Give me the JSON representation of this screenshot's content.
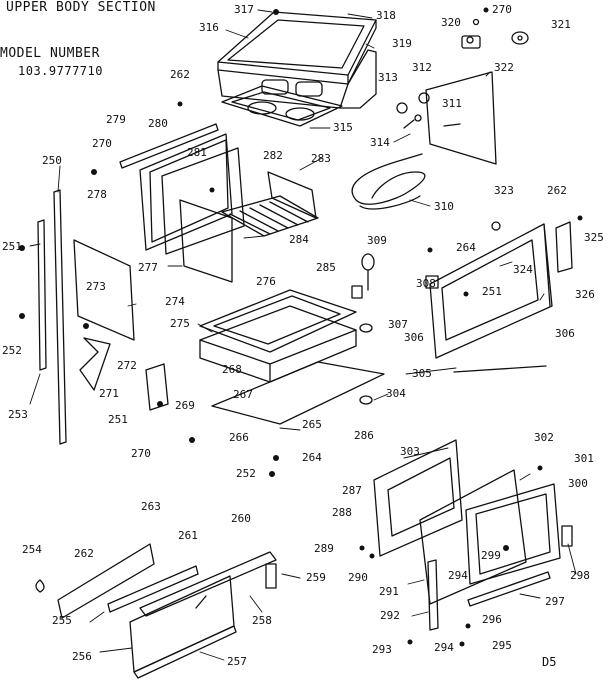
{
  "header": {
    "section_title": "UPPER BODY SECTION",
    "model_label": "MODEL NUMBER",
    "model_number": "103.9777710"
  },
  "footer_code": "D5",
  "colors": {
    "ink": "#111111",
    "paper": "#ffffff"
  },
  "parts": [
    {
      "id": "317"
    },
    {
      "id": "318"
    },
    {
      "id": "316"
    },
    {
      "id": "319"
    },
    {
      "id": "320"
    },
    {
      "id": "270"
    },
    {
      "id": "321"
    },
    {
      "id": "322"
    },
    {
      "id": "262"
    },
    {
      "id": "313"
    },
    {
      "id": "312"
    },
    {
      "id": "311"
    },
    {
      "id": "315"
    },
    {
      "id": "314"
    },
    {
      "id": "279"
    },
    {
      "id": "280"
    },
    {
      "id": "270"
    },
    {
      "id": "281"
    },
    {
      "id": "282"
    },
    {
      "id": "283"
    },
    {
      "id": "250"
    },
    {
      "id": "278"
    },
    {
      "id": "310"
    },
    {
      "id": "323"
    },
    {
      "id": "262"
    },
    {
      "id": "325"
    },
    {
      "id": "284"
    },
    {
      "id": "309"
    },
    {
      "id": "264"
    },
    {
      "id": "324"
    },
    {
      "id": "251"
    },
    {
      "id": "277"
    },
    {
      "id": "285"
    },
    {
      "id": "308"
    },
    {
      "id": "251"
    },
    {
      "id": "326"
    },
    {
      "id": "276"
    },
    {
      "id": "273"
    },
    {
      "id": "274"
    },
    {
      "id": "275"
    },
    {
      "id": "307"
    },
    {
      "id": "306"
    },
    {
      "id": "306"
    },
    {
      "id": "252"
    },
    {
      "id": "272"
    },
    {
      "id": "268"
    },
    {
      "id": "305"
    },
    {
      "id": "267"
    },
    {
      "id": "271"
    },
    {
      "id": "304"
    },
    {
      "id": "269"
    },
    {
      "id": "253"
    },
    {
      "id": "251"
    },
    {
      "id": "265"
    },
    {
      "id": "286"
    },
    {
      "id": "266"
    },
    {
      "id": "270"
    },
    {
      "id": "264"
    },
    {
      "id": "302"
    },
    {
      "id": "303"
    },
    {
      "id": "301"
    },
    {
      "id": "252"
    },
    {
      "id": "287"
    },
    {
      "id": "300"
    },
    {
      "id": "263"
    },
    {
      "id": "288"
    },
    {
      "id": "260"
    },
    {
      "id": "261"
    },
    {
      "id": "289"
    },
    {
      "id": "254"
    },
    {
      "id": "262"
    },
    {
      "id": "299"
    },
    {
      "id": "298"
    },
    {
      "id": "290"
    },
    {
      "id": "294"
    },
    {
      "id": "259"
    },
    {
      "id": "291"
    },
    {
      "id": "297"
    },
    {
      "id": "255"
    },
    {
      "id": "258"
    },
    {
      "id": "292"
    },
    {
      "id": "296"
    },
    {
      "id": "294"
    },
    {
      "id": "256"
    },
    {
      "id": "257"
    },
    {
      "id": "293"
    },
    {
      "id": "295"
    }
  ]
}
